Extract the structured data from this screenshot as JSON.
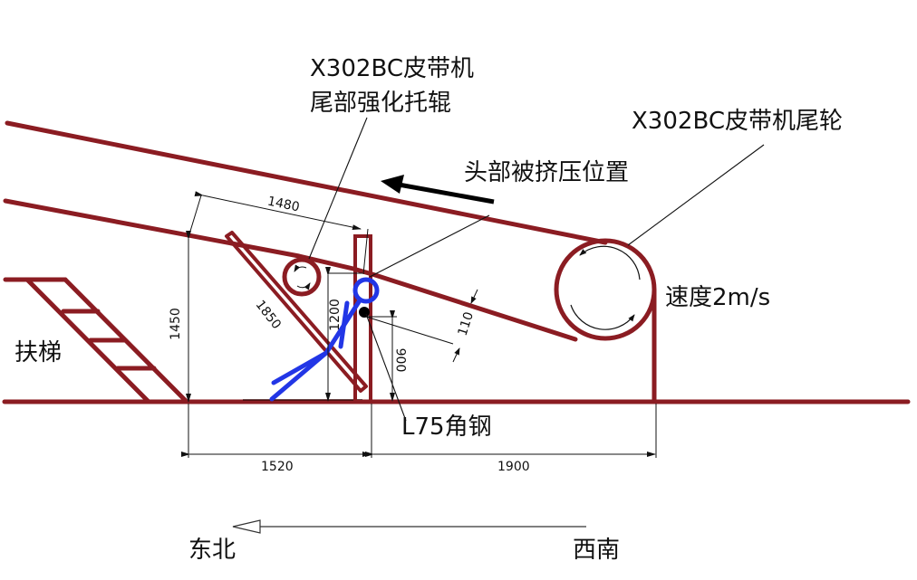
{
  "colors": {
    "structure": "#8B1C22",
    "person": "#2236E6",
    "dimension": "#111111",
    "background": "#FFFFFF"
  },
  "labels": {
    "idler_line1": "X302BC皮带机",
    "idler_line2": "尾部强化托辊",
    "tail_pulley": "X302BC皮带机尾轮",
    "squeeze_position": "头部被挤压位置",
    "speed": "速度2m/s",
    "stair": "扶梯",
    "angle_steel": "L75角钢",
    "direction_left": "东北",
    "direction_right": "西南"
  },
  "dimensions": {
    "d1480": "1480",
    "d1450": "1450",
    "d1850": "1850",
    "d1200": "1200",
    "d900": "900",
    "d110": "110",
    "d1520": "1520",
    "d1900": "1900"
  }
}
